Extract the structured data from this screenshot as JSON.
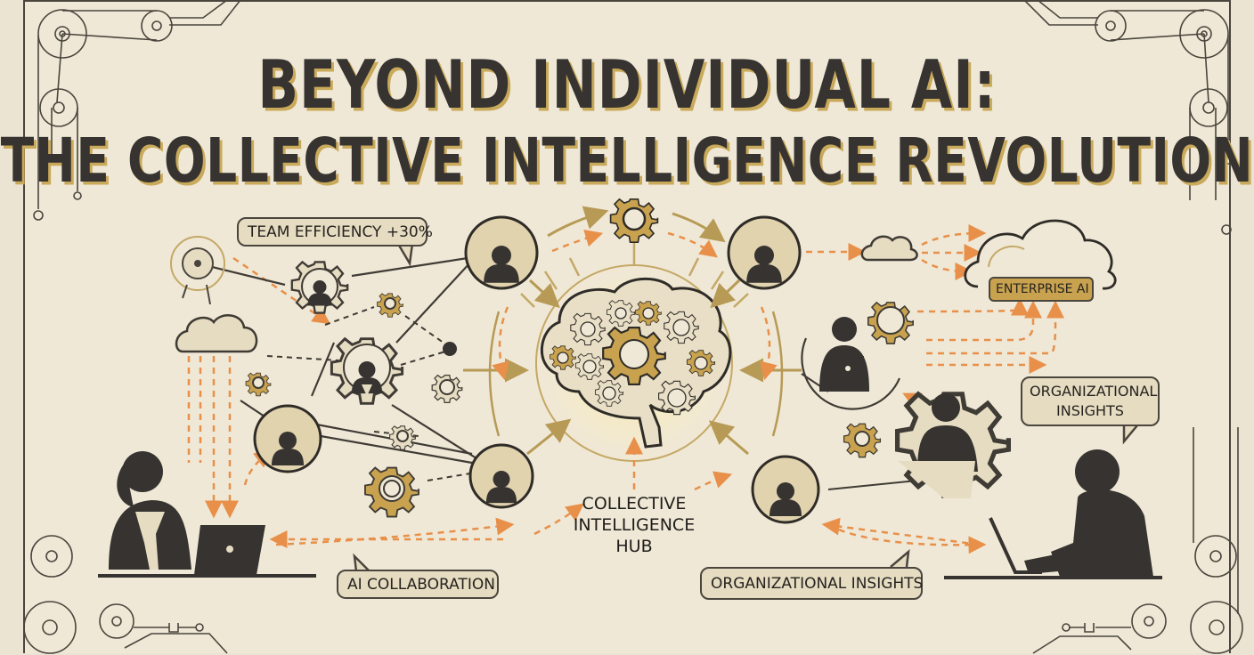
{
  "title": {
    "line1": "BEYOND INDIVIDUAL AI:",
    "line2": "THE COLLECTIVE INTELLIGENCE REVOLUTION"
  },
  "labels": {
    "team_efficiency": "TEAM EFFICIENCY +30%",
    "enterprise_ai": "ENTERPRISE AI",
    "organizational_insights_right": "ORGANIZATIONAL INSIGHTS",
    "ai_collaboration": "AI COLLABORATION",
    "organizational_insights_bottom": "ORGANIZATIONAL INSIGHTS",
    "hub_line1": "COLLECTIVE",
    "hub_line2": "INTELLIGENCE",
    "hub_line3": "HUB"
  },
  "colors": {
    "background": "#efe8d6",
    "ink": "#363330",
    "gold": "#c8a24f",
    "orange": "#e8904a",
    "bubble_fill": "#e6dcc2"
  },
  "icons": [
    "brain-gears-icon",
    "gear-icon",
    "person-icon",
    "cloud-icon",
    "laptop-icon",
    "pulley-icon",
    "arrow-icon"
  ]
}
